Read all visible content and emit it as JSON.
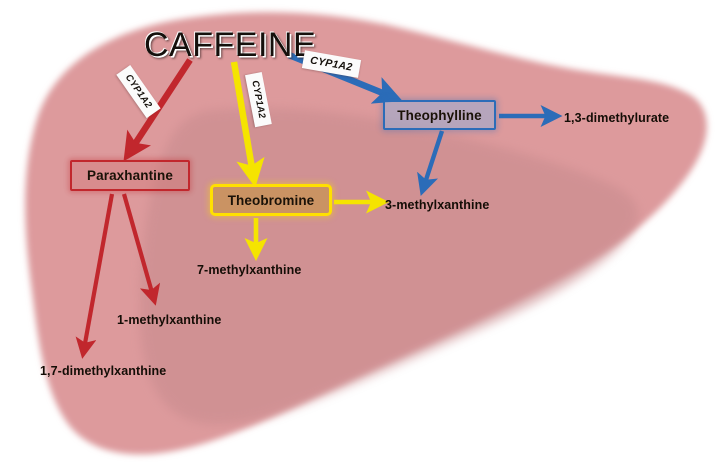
{
  "figure": {
    "title": "CAFFEINE",
    "subject": "caffeine-metabolism-in-liver"
  },
  "organ": {
    "name": "liver",
    "fill_outer": "#dd9a9c",
    "fill_inner": "#cf8d90"
  },
  "nodes": [
    {
      "id": "paraxanthine",
      "label": "Paraxhantine",
      "border_color": "#c1272d"
    },
    {
      "id": "theobromine",
      "label": "Theobromine",
      "border_color": "#ffe000"
    },
    {
      "id": "theophylline",
      "label": "Theophylline",
      "border_color": "#2b6cb8"
    }
  ],
  "enzymes": {
    "red_branch": "CYP1A2",
    "yellow_branch": "CYP1A2",
    "blue_branch": "CYP1A2"
  },
  "metabolites": [
    {
      "id": "dimethylurate13",
      "label": "1,3-dimethylurate",
      "arrow_color": "#2b6cb8"
    },
    {
      "id": "methylxanthine3",
      "label": "3-methylxanthine",
      "arrow_color": "#f2e318"
    },
    {
      "id": "methylxanthine7",
      "label": "7-methylxanthine",
      "arrow_color": "#f2e318"
    },
    {
      "id": "methylxanthine1",
      "label": "1-methylxanthine",
      "arrow_color": "#c1272d"
    },
    {
      "id": "dimethylxanthine17",
      "label": "1,7-dimethylxanthine",
      "arrow_color": "#c1272d"
    }
  ],
  "arrow_colors": {
    "red": "#c1272d",
    "yellow": "#f5e400",
    "blue": "#2b6cb8"
  }
}
